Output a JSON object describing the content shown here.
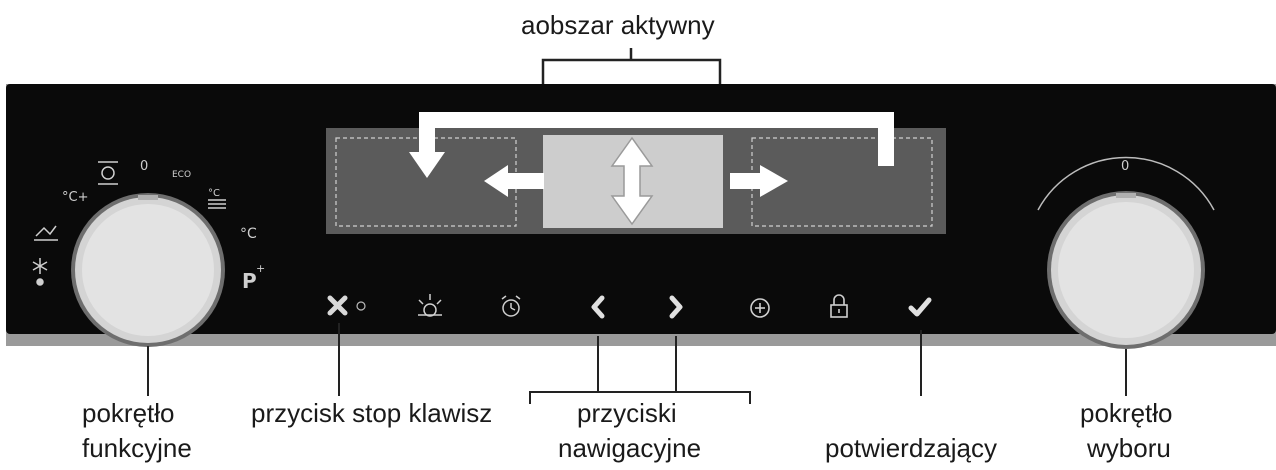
{
  "labels": {
    "active_area": "aobszar aktywny",
    "function_knob_line1": "pokrętło",
    "function_knob_line2": "funkcyjne",
    "stop_button": "przycisk stop klawisz",
    "nav_line1": "przyciski",
    "nav_line2": "nawigacyjne",
    "confirm": "potwierdzający",
    "selector_knob_line1": "pokrętło",
    "selector_knob_line2": "wyboru"
  },
  "dial_marks": {
    "zero": "0",
    "eco": "ECO",
    "deg_c_plus": "°C+",
    "deg_c_top": "°C",
    "deg_c_right": "°C",
    "program_p": "P",
    "sparkle": "+",
    "selector_zero": "0"
  },
  "icons": {
    "stop": "stop-x-icon",
    "light": "lamp-icon",
    "timer": "alarm-clock-icon",
    "prev": "chevron-left-icon",
    "next": "chevron-right-icon",
    "fav": "plus-circle-icon",
    "lock": "padlock-icon",
    "confirm": "checkmark-icon"
  },
  "colors": {
    "panel": "#0a0a0a",
    "display": "#5b5b5b",
    "display_center": "#cdcdcd",
    "knob": "#d4d4d4",
    "arrow": "#ffffff"
  }
}
